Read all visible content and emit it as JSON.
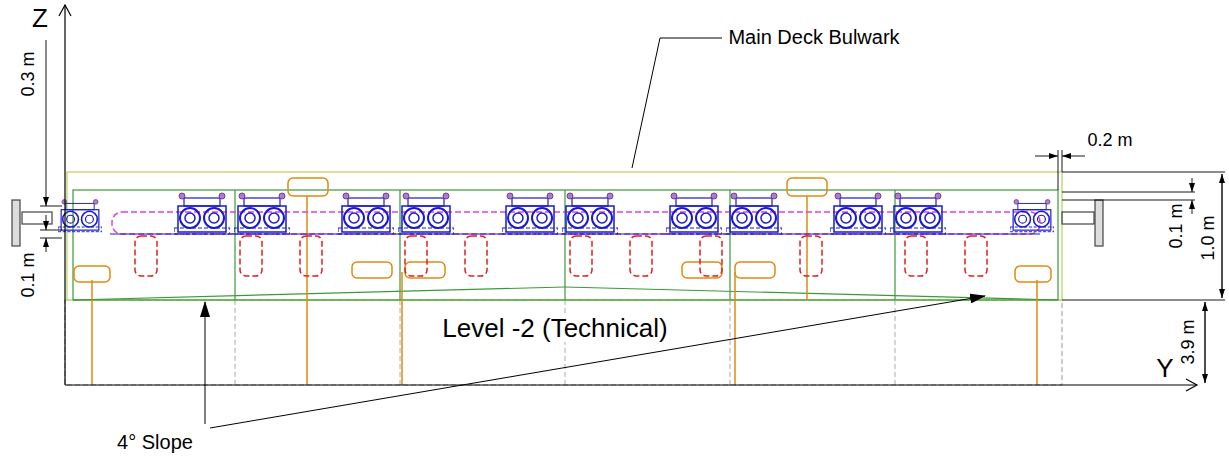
{
  "diagram": {
    "labels": [
      "Z",
      "Main Deck Bulwark",
      "0.2 m",
      "0.3 m",
      "1.0 m",
      "0.1 m",
      "0.1 m",
      "Level -2 (Technical)",
      "3.9 m",
      "Y",
      "4° Slope"
    ]
  }
}
